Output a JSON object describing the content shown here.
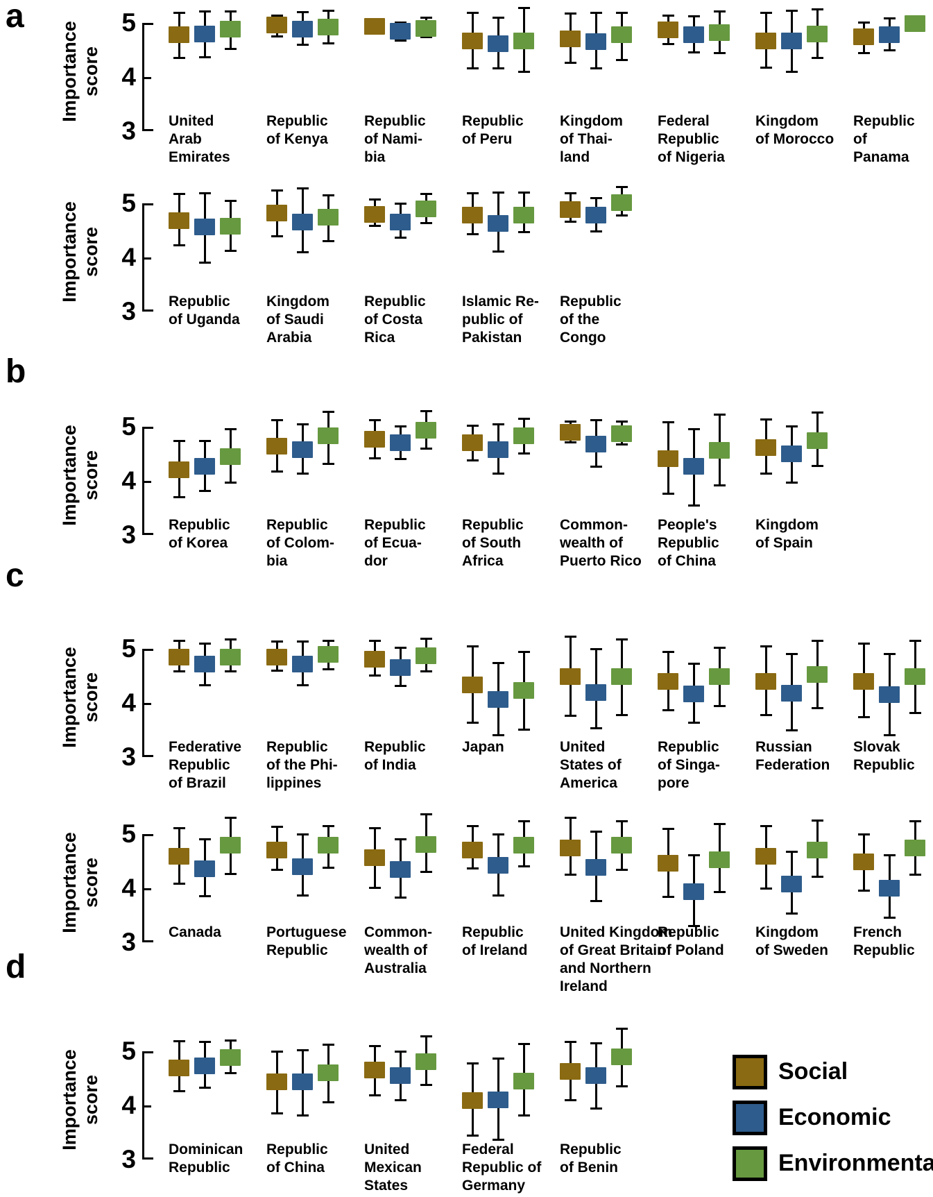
{
  "figure": {
    "panel_letters": [
      "a",
      "b",
      "c",
      "d"
    ]
  },
  "axis": {
    "label": "Importance\nscore",
    "ticks": [
      "5",
      "4",
      "3"
    ]
  },
  "colors": {
    "social": "#8a6a12",
    "economic": "#2e5c8c",
    "environmental": "#679940",
    "ink": "#000000",
    "background": "#ffffff"
  },
  "legend": {
    "items": [
      {
        "key": "social",
        "label": "Social",
        "color": "#8a6a12"
      },
      {
        "key": "economic",
        "label": "Economic",
        "color": "#2e5c8c"
      },
      {
        "key": "environmental",
        "label": "Environmental",
        "color": "#679940"
      }
    ]
  },
  "chart_data": {
    "type": "box-whisker-grid",
    "value_axis": {
      "label": "Importance score",
      "ticks": [
        5,
        4,
        3
      ],
      "range_shown": [
        3,
        5
      ]
    },
    "series_legend": [
      "Social",
      "Economic",
      "Environmental"
    ],
    "rows": [
      {
        "panel": "a",
        "letter_visible": true,
        "countries": [
          {
            "label": "United\nArab\nEmirates",
            "social": {
              "low": 4.35,
              "mean": 4.78,
              "high": 5.19
            },
            "economic": {
              "low": 4.36,
              "mean": 4.79,
              "high": 5.21
            },
            "environmental": {
              "low": 4.52,
              "mean": 4.88,
              "high": 5.21
            }
          },
          {
            "label": "Republic\nof Kenya",
            "social": {
              "low": 4.75,
              "mean": 4.96,
              "high": 5.13
            },
            "economic": {
              "low": 4.6,
              "mean": 4.88,
              "high": 5.2
            },
            "environmental": {
              "low": 4.62,
              "mean": 4.92,
              "high": 5.22
            }
          },
          {
            "label": "Republic\nof Nami-\nbia",
            "social": {
              "low": 4.8,
              "mean": 4.93,
              "high": 5.06
            },
            "economic": {
              "low": 4.67,
              "mean": 4.84,
              "high": 5.01
            },
            "environmental": {
              "low": 4.74,
              "mean": 4.9,
              "high": 5.1
            }
          },
          {
            "label": "Republic\nof Peru",
            "social": {
              "low": 4.16,
              "mean": 4.67,
              "high": 5.19
            },
            "economic": {
              "low": 4.16,
              "mean": 4.61,
              "high": 5.1
            },
            "environmental": {
              "low": 4.09,
              "mean": 4.67,
              "high": 5.27
            }
          },
          {
            "label": "Kingdom\nof Thai-\nland",
            "social": {
              "low": 4.26,
              "mean": 4.7,
              "high": 5.17
            },
            "economic": {
              "low": 4.16,
              "mean": 4.65,
              "high": 5.19
            },
            "environmental": {
              "low": 4.32,
              "mean": 4.78,
              "high": 5.19
            }
          },
          {
            "label": "Federal\nRepublic\nof Nigeria",
            "social": {
              "low": 4.61,
              "mean": 4.87,
              "high": 5.13
            },
            "economic": {
              "low": 4.45,
              "mean": 4.78,
              "high": 5.12
            },
            "environmental": {
              "low": 4.44,
              "mean": 4.82,
              "high": 5.21
            }
          },
          {
            "label": "Kingdom\nof Morocco",
            "social": {
              "low": 4.17,
              "mean": 4.67,
              "high": 5.18
            },
            "economic": {
              "low": 4.1,
              "mean": 4.67,
              "high": 5.23
            },
            "environmental": {
              "low": 4.35,
              "mean": 4.8,
              "high": 5.25
            }
          },
          {
            "label": "Republic\nof\nPanama",
            "social": {
              "low": 4.44,
              "mean": 4.74,
              "high": 5.01
            },
            "economic": {
              "low": 4.49,
              "mean": 4.78,
              "high": 5.08
            },
            "environmental": {
              "low": 4.99,
              "mean": 4.99,
              "high": 4.99
            }
          }
        ]
      },
      {
        "panel": "a",
        "letter_visible": false,
        "countries": [
          {
            "label": "Republic\nof Uganda",
            "social": {
              "low": 4.23,
              "mean": 4.68,
              "high": 5.17
            },
            "economic": {
              "low": 3.91,
              "mean": 4.56,
              "high": 5.19
            },
            "environmental": {
              "low": 4.12,
              "mean": 4.58,
              "high": 5.04
            }
          },
          {
            "label": "Kingdom\nof Saudi\nArabia",
            "social": {
              "low": 4.39,
              "mean": 4.82,
              "high": 5.24
            },
            "economic": {
              "low": 4.09,
              "mean": 4.65,
              "high": 5.27
            },
            "environmental": {
              "low": 4.3,
              "mean": 4.74,
              "high": 5.15
            }
          },
          {
            "label": "Republic\nof Costa\nRica",
            "social": {
              "low": 4.58,
              "mean": 4.8,
              "high": 5.07
            },
            "economic": {
              "low": 4.37,
              "mean": 4.65,
              "high": 5.0
            },
            "environmental": {
              "low": 4.63,
              "mean": 4.9,
              "high": 5.17
            }
          },
          {
            "label": "Islamic Re-\npublic of\nPakistan",
            "social": {
              "low": 4.43,
              "mean": 4.78,
              "high": 5.19
            },
            "economic": {
              "low": 4.11,
              "mean": 4.63,
              "high": 5.2
            },
            "environmental": {
              "low": 4.47,
              "mean": 4.78,
              "high": 5.2
            }
          },
          {
            "label": "Republic\nof the\nCongo",
            "social": {
              "low": 4.66,
              "mean": 4.88,
              "high": 5.19
            },
            "economic": {
              "low": 4.48,
              "mean": 4.78,
              "high": 5.1
            },
            "environmental": {
              "low": 4.78,
              "mean": 5.01,
              "high": 5.3
            }
          }
        ]
      },
      {
        "panel": "b",
        "letter_visible": true,
        "countries": [
          {
            "label": "Republic\nof Korea",
            "social": {
              "low": 3.7,
              "mean": 4.21,
              "high": 4.74
            },
            "economic": {
              "low": 3.81,
              "mean": 4.27,
              "high": 4.74
            },
            "environmental": {
              "low": 3.97,
              "mean": 4.45,
              "high": 4.96
            }
          },
          {
            "label": "Republic\nof Colom-\nbia",
            "social": {
              "low": 4.17,
              "mean": 4.64,
              "high": 5.12
            },
            "economic": {
              "low": 4.13,
              "mean": 4.58,
              "high": 5.04
            },
            "environmental": {
              "low": 4.32,
              "mean": 4.83,
              "high": 5.27
            }
          },
          {
            "label": "Republic\nof Ecua-\ndor",
            "social": {
              "low": 4.42,
              "mean": 4.77,
              "high": 5.12
            },
            "economic": {
              "low": 4.4,
              "mean": 4.71,
              "high": 5.01
            },
            "environmental": {
              "low": 4.59,
              "mean": 4.94,
              "high": 5.29
            }
          },
          {
            "label": "Republic\nof South\nAfrica",
            "social": {
              "low": 4.38,
              "mean": 4.71,
              "high": 5.02
            },
            "economic": {
              "low": 4.14,
              "mean": 4.58,
              "high": 5.05
            },
            "environmental": {
              "low": 4.51,
              "mean": 4.83,
              "high": 5.15
            }
          },
          {
            "label": "Common-\nwealth of\nPuerto Rico",
            "social": {
              "low": 4.71,
              "mean": 4.9,
              "high": 5.1
            },
            "economic": {
              "low": 4.26,
              "mean": 4.68,
              "high": 5.12
            },
            "environmental": {
              "low": 4.67,
              "mean": 4.87,
              "high": 5.09
            }
          },
          {
            "label": "People's\nRepublic\nof China",
            "social": {
              "low": 3.76,
              "mean": 4.41,
              "high": 5.08
            },
            "economic": {
              "low": 3.55,
              "mean": 4.27,
              "high": 4.96
            },
            "environmental": {
              "low": 3.92,
              "mean": 4.56,
              "high": 5.23
            }
          },
          {
            "label": "Kingdom\nof Spain",
            "social": {
              "low": 4.14,
              "mean": 4.62,
              "high": 5.13
            },
            "economic": {
              "low": 3.97,
              "mean": 4.5,
              "high": 5.01
            },
            "environmental": {
              "low": 4.27,
              "mean": 4.74,
              "high": 5.26
            }
          }
        ]
      },
      {
        "panel": "c",
        "letter_visible": true,
        "countries": [
          {
            "label": "Federative\nRepublic\nof Brazil",
            "social": {
              "low": 4.58,
              "mean": 4.85,
              "high": 5.15
            },
            "economic": {
              "low": 4.33,
              "mean": 4.72,
              "high": 5.1
            },
            "environmental": {
              "low": 4.58,
              "mean": 4.85,
              "high": 5.17
            }
          },
          {
            "label": "Republic\nof the Phi-\nlippines",
            "social": {
              "low": 4.59,
              "mean": 4.85,
              "high": 5.13
            },
            "economic": {
              "low": 4.33,
              "mean": 4.72,
              "high": 5.13
            },
            "environmental": {
              "low": 4.62,
              "mean": 4.9,
              "high": 5.15
            }
          },
          {
            "label": "Republic\nof India",
            "social": {
              "low": 4.51,
              "mean": 4.81,
              "high": 5.15
            },
            "economic": {
              "low": 4.32,
              "mean": 4.65,
              "high": 5.02
            },
            "environmental": {
              "low": 4.58,
              "mean": 4.87,
              "high": 5.19
            }
          },
          {
            "label": "Japan",
            "social": {
              "low": 3.63,
              "mean": 4.33,
              "high": 5.04
            },
            "economic": {
              "low": 3.4,
              "mean": 4.06,
              "high": 4.74
            },
            "environmental": {
              "low": 3.51,
              "mean": 4.23,
              "high": 4.94
            }
          },
          {
            "label": "United\nStates of\nAmerica",
            "social": {
              "low": 3.76,
              "mean": 4.49,
              "high": 5.23
            },
            "economic": {
              "low": 3.53,
              "mean": 4.19,
              "high": 5.0
            },
            "environmental": {
              "low": 3.78,
              "mean": 4.49,
              "high": 5.17
            }
          },
          {
            "label": "Republic\nof Singa-\npore",
            "social": {
              "low": 3.87,
              "mean": 4.4,
              "high": 4.94
            },
            "economic": {
              "low": 3.63,
              "mean": 4.17,
              "high": 4.72
            },
            "environmental": {
              "low": 3.94,
              "mean": 4.49,
              "high": 5.02
            }
          },
          {
            "label": "Russian\nFederation",
            "social": {
              "low": 3.78,
              "mean": 4.4,
              "high": 5.04
            },
            "economic": {
              "low": 3.5,
              "mean": 4.18,
              "high": 4.9
            },
            "environmental": {
              "low": 3.9,
              "mean": 4.53,
              "high": 5.15
            }
          },
          {
            "label": "Slovak\nRepublic",
            "social": {
              "low": 3.74,
              "mean": 4.4,
              "high": 5.09
            },
            "economic": {
              "low": 3.4,
              "mean": 4.15,
              "high": 4.9
            },
            "environmental": {
              "low": 3.81,
              "mean": 4.49,
              "high": 5.15
            }
          }
        ]
      },
      {
        "panel": "c",
        "letter_visible": false,
        "countries": [
          {
            "label": "Canada",
            "social": {
              "low": 4.08,
              "mean": 4.59,
              "high": 5.11
            },
            "economic": {
              "low": 3.85,
              "mean": 4.36,
              "high": 4.9
            },
            "environmental": {
              "low": 4.26,
              "mean": 4.8,
              "high": 5.3
            }
          },
          {
            "label": "Portuguese\nRepublic",
            "social": {
              "low": 4.34,
              "mean": 4.71,
              "high": 5.13
            },
            "economic": {
              "low": 3.86,
              "mean": 4.4,
              "high": 5.0
            },
            "environmental": {
              "low": 4.38,
              "mean": 4.8,
              "high": 5.15
            }
          },
          {
            "label": "Common-\nwealth of\nAustralia",
            "social": {
              "low": 4.01,
              "mean": 4.56,
              "high": 5.11
            },
            "economic": {
              "low": 3.83,
              "mean": 4.34,
              "high": 4.9
            },
            "environmental": {
              "low": 4.3,
              "mean": 4.81,
              "high": 5.36
            }
          },
          {
            "label": "Republic\nof Ireland",
            "social": {
              "low": 4.36,
              "mean": 4.71,
              "high": 5.15
            },
            "economic": {
              "low": 3.86,
              "mean": 4.42,
              "high": 4.99
            },
            "environmental": {
              "low": 4.4,
              "mean": 4.8,
              "high": 5.24
            }
          },
          {
            "label": "United Kingdom\nof Great Britain\nand Northern\nIreland",
            "social": {
              "low": 4.25,
              "mean": 4.74,
              "high": 5.3
            },
            "economic": {
              "low": 3.76,
              "mean": 4.38,
              "high": 5.05
            },
            "environmental": {
              "low": 4.34,
              "mean": 4.8,
              "high": 5.24
            }
          },
          {
            "label": "Republic\nof Poland",
            "social": {
              "low": 3.84,
              "mean": 4.46,
              "high": 5.09
            },
            "economic": {
              "low": 3.3,
              "mean": 3.94,
              "high": 4.61
            },
            "environmental": {
              "low": 3.93,
              "mean": 4.53,
              "high": 5.18
            }
          },
          {
            "label": "Kingdom\nof Sweden",
            "social": {
              "low": 4.0,
              "mean": 4.59,
              "high": 5.15
            },
            "economic": {
              "low": 3.53,
              "mean": 4.08,
              "high": 4.67
            },
            "environmental": {
              "low": 4.21,
              "mean": 4.71,
              "high": 5.25
            }
          },
          {
            "label": "French\nRepublic",
            "social": {
              "low": 3.96,
              "mean": 4.49,
              "high": 5.0
            },
            "economic": {
              "low": 3.46,
              "mean": 4.0,
              "high": 4.61
            },
            "environmental": {
              "low": 4.25,
              "mean": 4.74,
              "high": 5.24
            }
          }
        ]
      },
      {
        "panel": "d",
        "letter_visible": true,
        "countries": [
          {
            "label": "Dominican\nRepublic",
            "social": {
              "low": 4.26,
              "mean": 4.69,
              "high": 5.18
            },
            "economic": {
              "low": 4.33,
              "mean": 4.73,
              "high": 5.17
            },
            "environmental": {
              "low": 4.59,
              "mean": 4.88,
              "high": 5.2
            }
          },
          {
            "label": "Republic\nof China",
            "social": {
              "low": 3.85,
              "mean": 4.44,
              "high": 5.0
            },
            "economic": {
              "low": 3.82,
              "mean": 4.44,
              "high": 5.02
            },
            "environmental": {
              "low": 4.06,
              "mean": 4.6,
              "high": 5.12
            }
          },
          {
            "label": "United\nMexican\nStates",
            "social": {
              "low": 4.19,
              "mean": 4.65,
              "high": 5.09
            },
            "economic": {
              "low": 4.1,
              "mean": 4.55,
              "high": 5.0
            },
            "environmental": {
              "low": 4.38,
              "mean": 4.81,
              "high": 5.28
            }
          },
          {
            "label": "Federal\nRepublic of\nGermany",
            "social": {
              "low": 3.44,
              "mean": 4.09,
              "high": 4.77
            },
            "economic": {
              "low": 3.36,
              "mean": 4.1,
              "high": 4.86
            },
            "environmental": {
              "low": 3.81,
              "mean": 4.45,
              "high": 5.13
            }
          },
          {
            "label": "Republic\nof Benin",
            "social": {
              "low": 4.1,
              "mean": 4.63,
              "high": 5.17
            },
            "economic": {
              "low": 3.94,
              "mean": 4.55,
              "high": 5.15
            },
            "environmental": {
              "low": 4.35,
              "mean": 4.9,
              "high": 5.42
            }
          }
        ]
      }
    ]
  }
}
